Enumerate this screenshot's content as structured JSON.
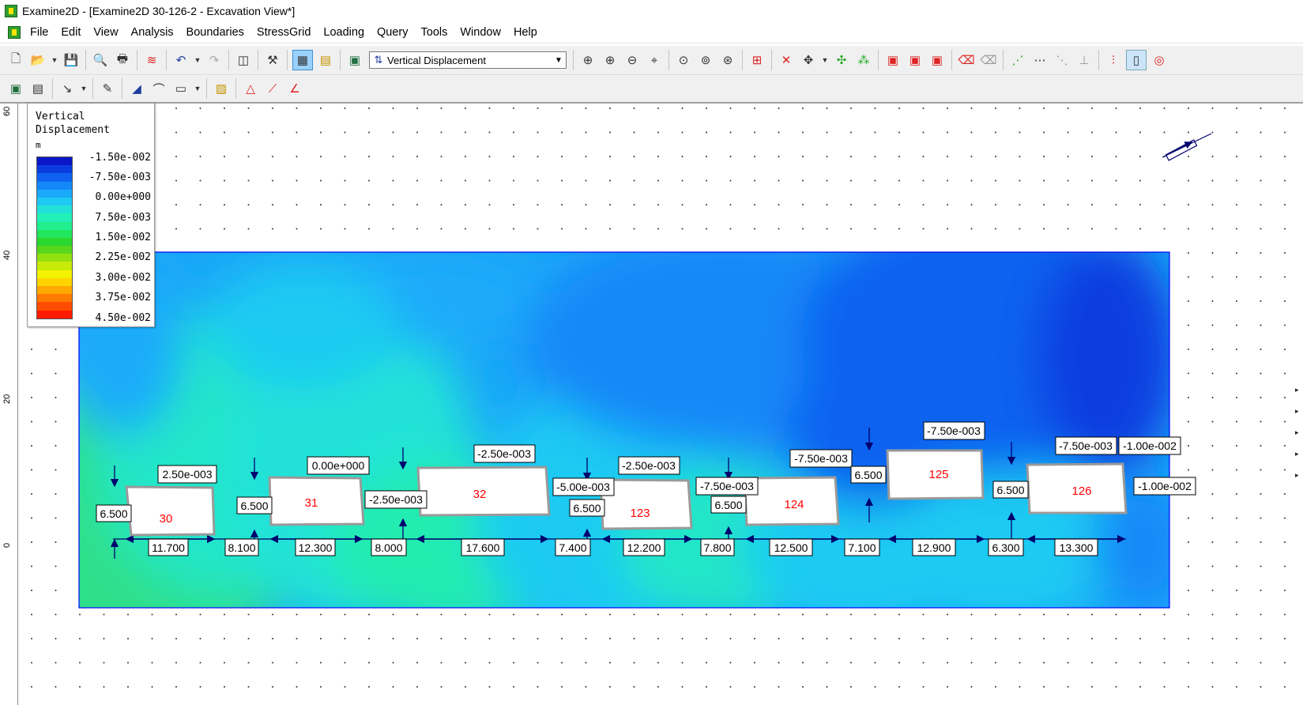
{
  "window": {
    "title": "Examine2D - [Examine2D 30-126-2 - Excavation View*]"
  },
  "menu": [
    "File",
    "Edit",
    "View",
    "Analysis",
    "Boundaries",
    "StressGrid",
    "Loading",
    "Query",
    "Tools",
    "Window",
    "Help"
  ],
  "toolbar1": {
    "icons": [
      "new-icon",
      "open-icon",
      "save-icon",
      "print-preview-icon",
      "print-icon",
      "contours-icon",
      "undo-icon",
      "redo-icon",
      "layout-icon",
      "compute-icon",
      "interpret-icon",
      "stress-icon",
      "info-icon"
    ],
    "data_type": "Vertical Displacement",
    "icons_right": [
      "zoom-all-icon",
      "zoom-in-icon",
      "zoom-out-icon",
      "zoom-pan-icon",
      "zoom-excavation-icon",
      "zoom-previous-icon",
      "zoom-extents-icon",
      "add-point-icon",
      "delete-icon",
      "move-icon",
      "snap-icon",
      "grid-icon",
      "select-a-icon",
      "select-b-icon",
      "select-c-icon",
      "erase-a-icon",
      "erase-b-icon",
      "query-a-icon",
      "query-b-icon",
      "query-c-icon",
      "query-d-icon",
      "mirror-icon",
      "clipboard-icon",
      "target-icon"
    ]
  },
  "toolbar2": {
    "icons": [
      "sheet-icon",
      "report-icon",
      "arrow-select-icon",
      "pencil-icon",
      "polyline-icon",
      "arc-icon",
      "rectangle-icon",
      "image-icon",
      "triangle-icon",
      "ruler-icon",
      "angle-icon"
    ]
  },
  "ruler": {
    "ticks": [
      "60",
      "40",
      "20",
      "0"
    ]
  },
  "legend": {
    "title_line1": "Vertical",
    "title_line2": "Displacement",
    "unit": "m",
    "values": [
      "-1.50e-002",
      "-7.50e-003",
      "0.00e+000",
      "7.50e-003",
      "1.50e-002",
      "2.25e-002",
      "3.00e-002",
      "3.75e-002",
      "4.50e-002"
    ],
    "colors": [
      "#0a16c8",
      "#0b3ce0",
      "#0f62f0",
      "#1488f8",
      "#1aaafa",
      "#1fcaf2",
      "#22e2d8",
      "#22f0b8",
      "#21ee8e",
      "#22e65c",
      "#2bd830",
      "#58d81c",
      "#92e010",
      "#c8ea08",
      "#f4f200",
      "#ffd400",
      "#ffa800",
      "#ff7a00",
      "#ff4c00",
      "#ff1a00"
    ]
  },
  "labels": {
    "exc30": "30",
    "exc31": "31",
    "exc32": "32",
    "exc123": "123",
    "exc124": "124",
    "exc125": "125",
    "exc126": "126",
    "val30": "2.50e-003",
    "val31": "0.00e+000",
    "val31b": "-2.50e-003",
    "val32": "-2.50e-003",
    "val123a": "-2.50e-003",
    "val123b": "-5.00e-003",
    "val124a": "-7.50e-003",
    "val124b": "-7.50e-003",
    "val125": "-7.50e-003",
    "val126a": "-7.50e-003",
    "val126b": "-1.00e-002",
    "val126c": "-1.00e-002",
    "h30": "6.500",
    "h31": "6.500",
    "h123": "6.500",
    "h124": "6.500",
    "h125": "6.500",
    "h126": "6.500",
    "w30": "11.700",
    "g1": "8.100",
    "w31": "12.300",
    "g2": "8.000",
    "w32": "17.600",
    "g3": "7.400",
    "w123": "12.200",
    "g4": "7.800",
    "w124": "12.500",
    "g5": "7.100",
    "w125": "12.900",
    "g6": "6.300",
    "w126": "13.300"
  },
  "colors": {
    "excavation_label": "#ff0000",
    "dimension": "#00006e",
    "boundary": "#0000ff"
  }
}
